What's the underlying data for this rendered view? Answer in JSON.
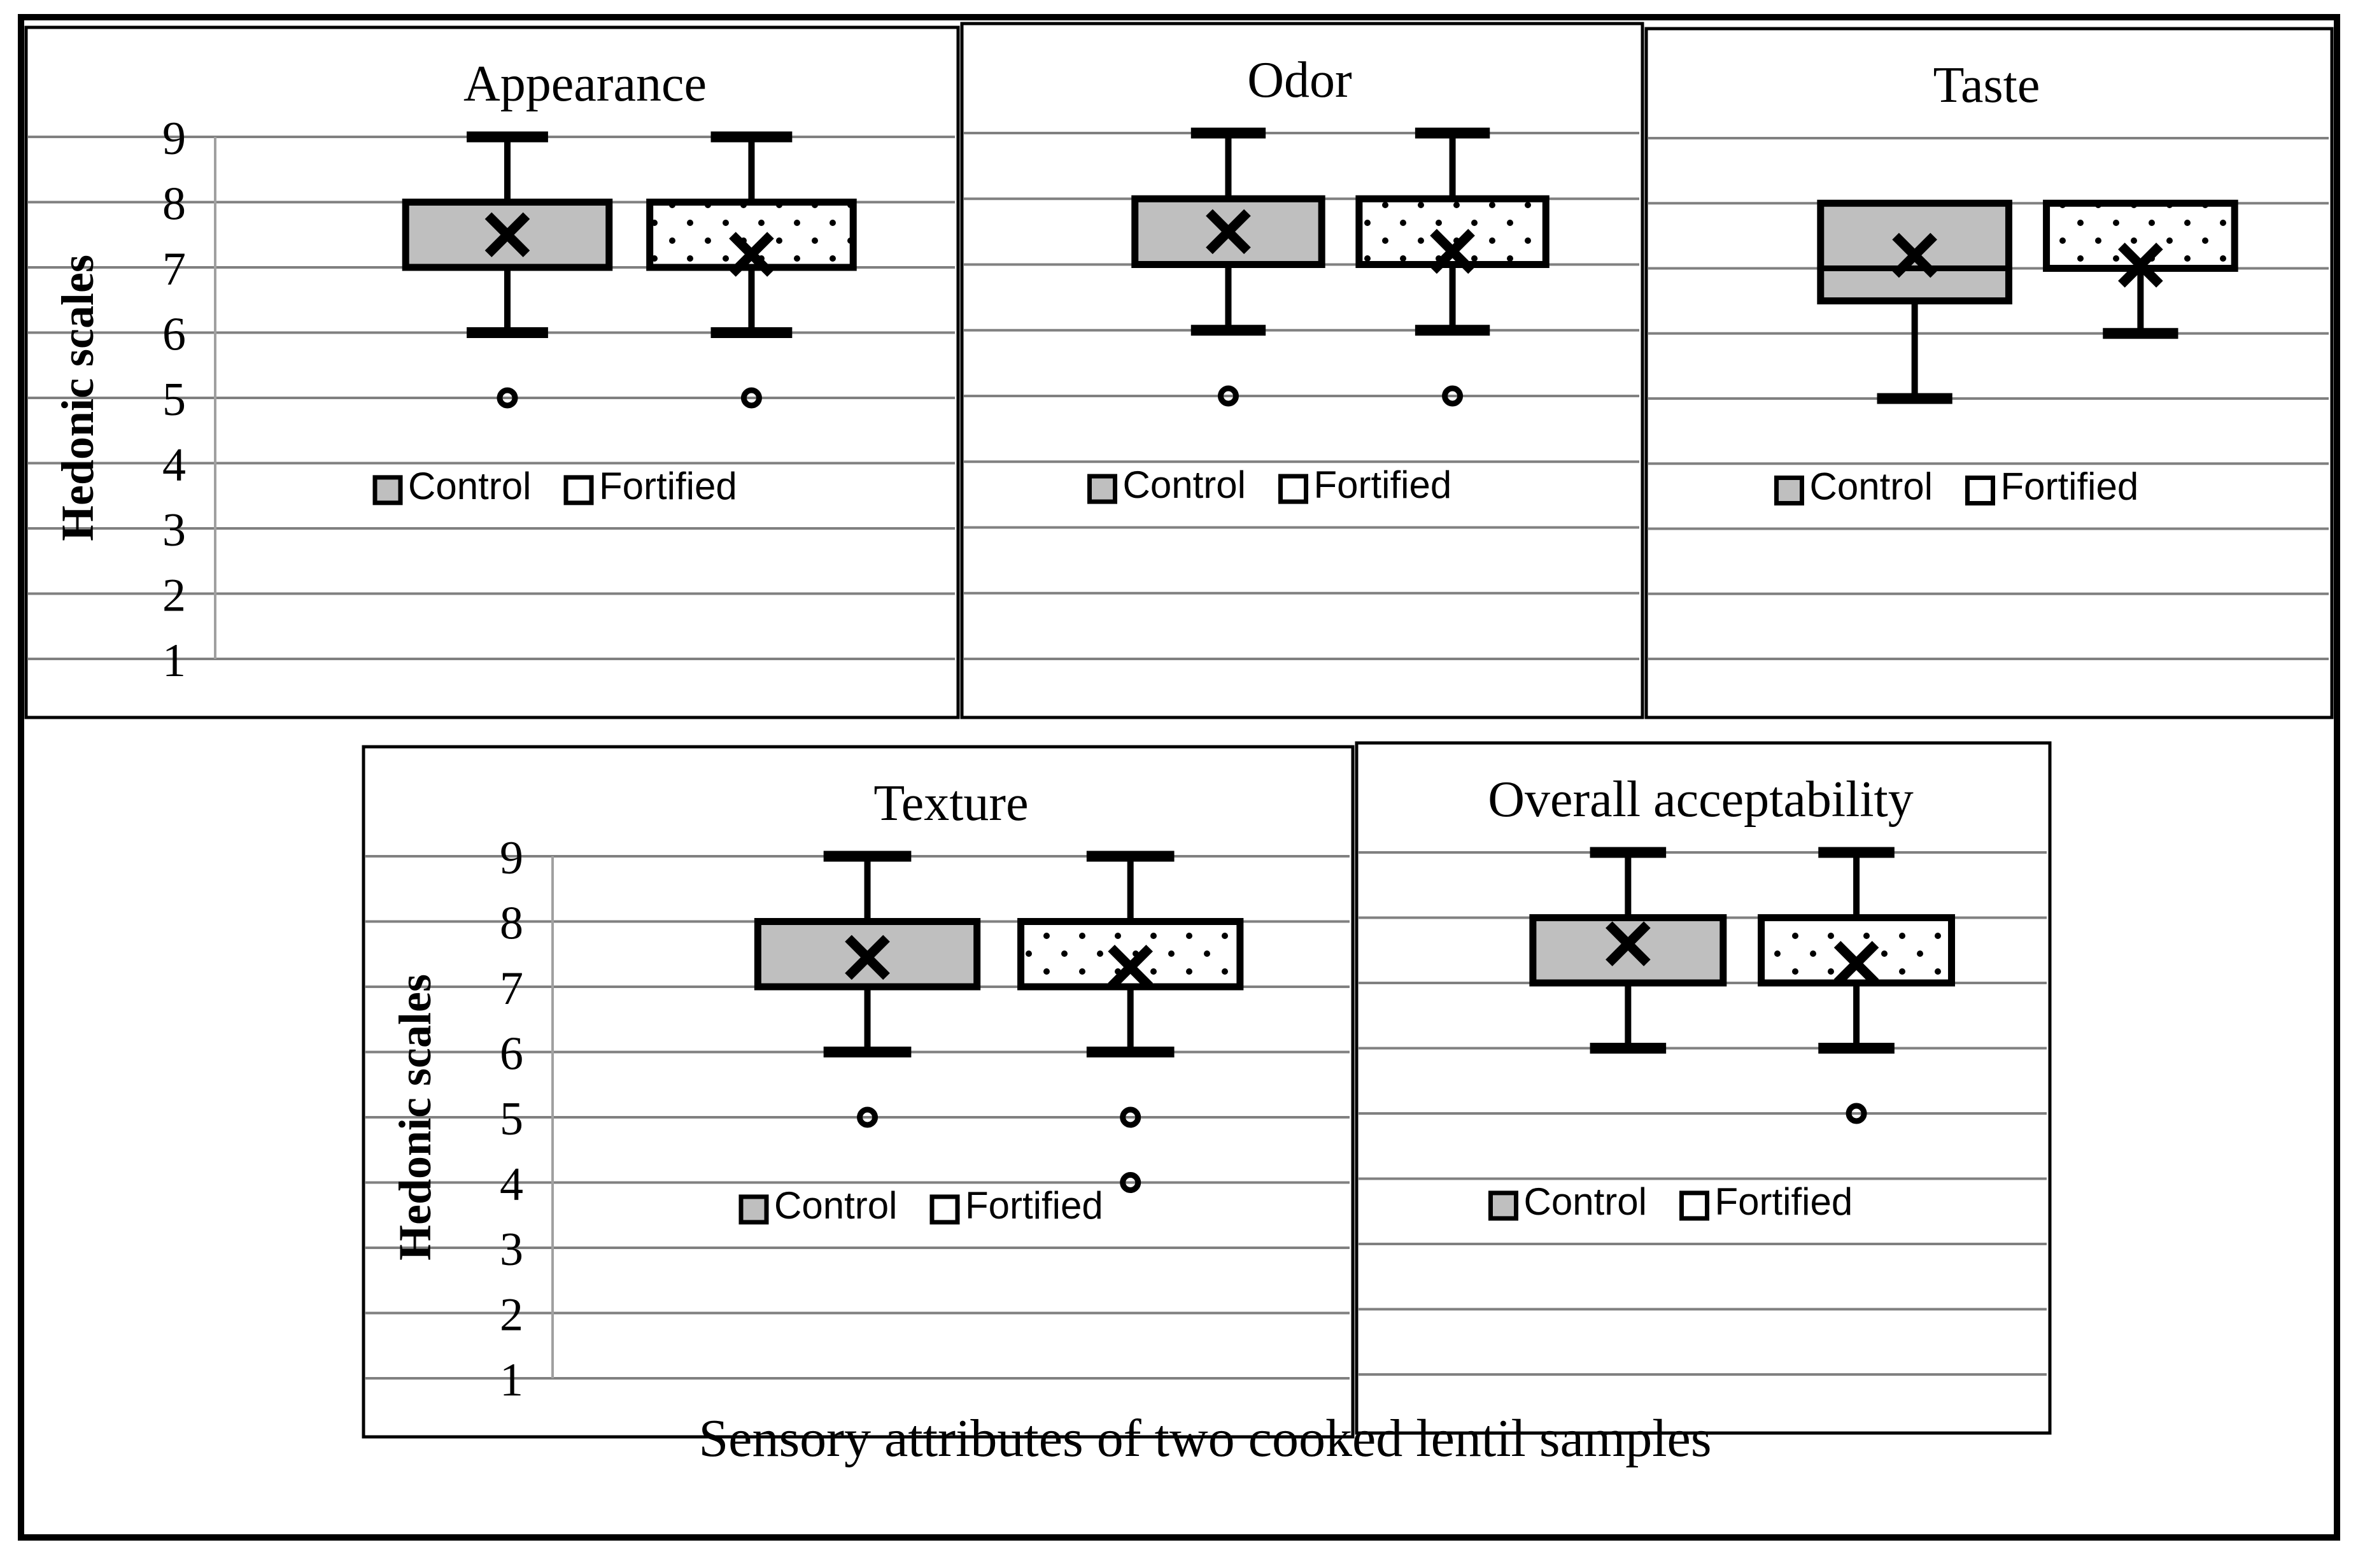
{
  "caption": "Sensory attributes of two cooked lentil samples",
  "axis": {
    "y_title": "Hedonic scales",
    "y_ticks": [
      "9",
      "8",
      "7",
      "6",
      "5",
      "4",
      "3",
      "2",
      "1"
    ]
  },
  "legend": {
    "control_label": "Control",
    "fortified_label": "Fortified",
    "control_fill": "#BFBFBF",
    "fortified_fill": "#FFFFFF",
    "pattern": "dotted"
  },
  "chart_data": {
    "type": "box",
    "title": "Sensory attributes of two cooked lentil samples",
    "ylabel": "Hedonic scales",
    "xlabel": "",
    "ylim": [
      1,
      9
    ],
    "grid": true,
    "legend_position": "inside-bottom",
    "categories": [
      "Appearance",
      "Odor",
      "Taste",
      "Texture",
      "Overall acceptability"
    ],
    "series": [
      "Control",
      "Fortified"
    ],
    "panels": [
      {
        "name": "Appearance",
        "boxes": [
          {
            "series": "Control",
            "whisker_low": 6,
            "q1": 7,
            "median": 8,
            "q3": 8,
            "whisker_high": 9,
            "mean": 7.5,
            "outliers": [
              5
            ]
          },
          {
            "series": "Fortified",
            "whisker_low": 6,
            "q1": 7,
            "median": 8,
            "q3": 8,
            "whisker_high": 9,
            "mean": 7.2,
            "outliers": [
              5
            ]
          }
        ]
      },
      {
        "name": "Odor",
        "boxes": [
          {
            "series": "Control",
            "whisker_low": 6,
            "q1": 7,
            "median": 8,
            "q3": 8,
            "whisker_high": 9,
            "mean": 7.5,
            "outliers": [
              5
            ]
          },
          {
            "series": "Fortified",
            "whisker_low": 6,
            "q1": 7,
            "median": 8,
            "q3": 8,
            "whisker_high": 9,
            "mean": 7.2,
            "outliers": [
              5
            ]
          }
        ]
      },
      {
        "name": "Taste",
        "boxes": [
          {
            "series": "Control",
            "whisker_low": 5,
            "q1": 6.5,
            "median": 7,
            "q3": 8,
            "whisker_high": 8,
            "mean": 7.2,
            "outliers": []
          },
          {
            "series": "Fortified",
            "whisker_low": 6,
            "q1": 7,
            "median": 7,
            "q3": 8,
            "whisker_high": 8,
            "mean": 7.05,
            "outliers": []
          }
        ]
      },
      {
        "name": "Texture",
        "boxes": [
          {
            "series": "Control",
            "whisker_low": 6,
            "q1": 7,
            "median": 8,
            "q3": 8,
            "whisker_high": 9,
            "mean": 7.45,
            "outliers": [
              5
            ]
          },
          {
            "series": "Fortified",
            "whisker_low": 6,
            "q1": 7,
            "median": 8,
            "q3": 8,
            "whisker_high": 9,
            "mean": 7.3,
            "outliers": [
              5,
              4
            ]
          }
        ]
      },
      {
        "name": "Overall acceptability",
        "boxes": [
          {
            "series": "Control",
            "whisker_low": 6,
            "q1": 7,
            "median": 8,
            "q3": 8,
            "whisker_high": 9,
            "mean": 7.6,
            "outliers": []
          },
          {
            "series": "Fortified",
            "whisker_low": 6,
            "q1": 7,
            "median": 8,
            "q3": 8,
            "whisker_high": 9,
            "mean": 7.3,
            "outliers": [
              5
            ]
          }
        ]
      }
    ]
  }
}
